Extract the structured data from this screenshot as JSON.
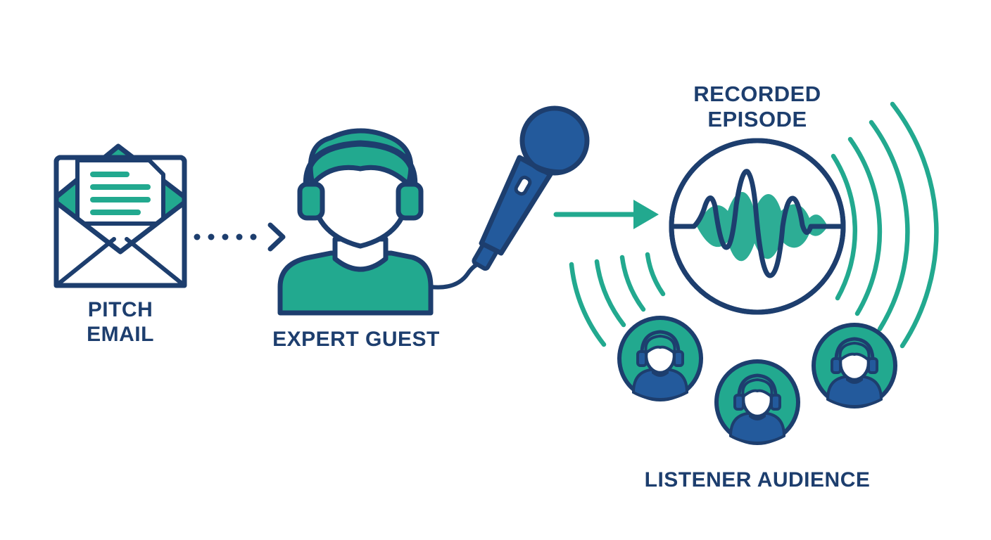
{
  "colors": {
    "navy": "#1d3e6e",
    "blue": "#235a9c",
    "teal": "#22a98f",
    "white": "#ffffff"
  },
  "icons": [
    "envelope-icon",
    "letter-icon",
    "headphones-icon",
    "person-icon",
    "microphone-icon",
    "waveform-icon",
    "listener-icon"
  ],
  "labels": {
    "pitch_line1": "PITCH",
    "pitch_line2": "EMAIL",
    "guest": "EXPERT GUEST",
    "episode_line1": "RECORDED",
    "episode_line2": "EPISODE",
    "audience": "LISTENER AUDIENCE"
  },
  "listeners": 3
}
